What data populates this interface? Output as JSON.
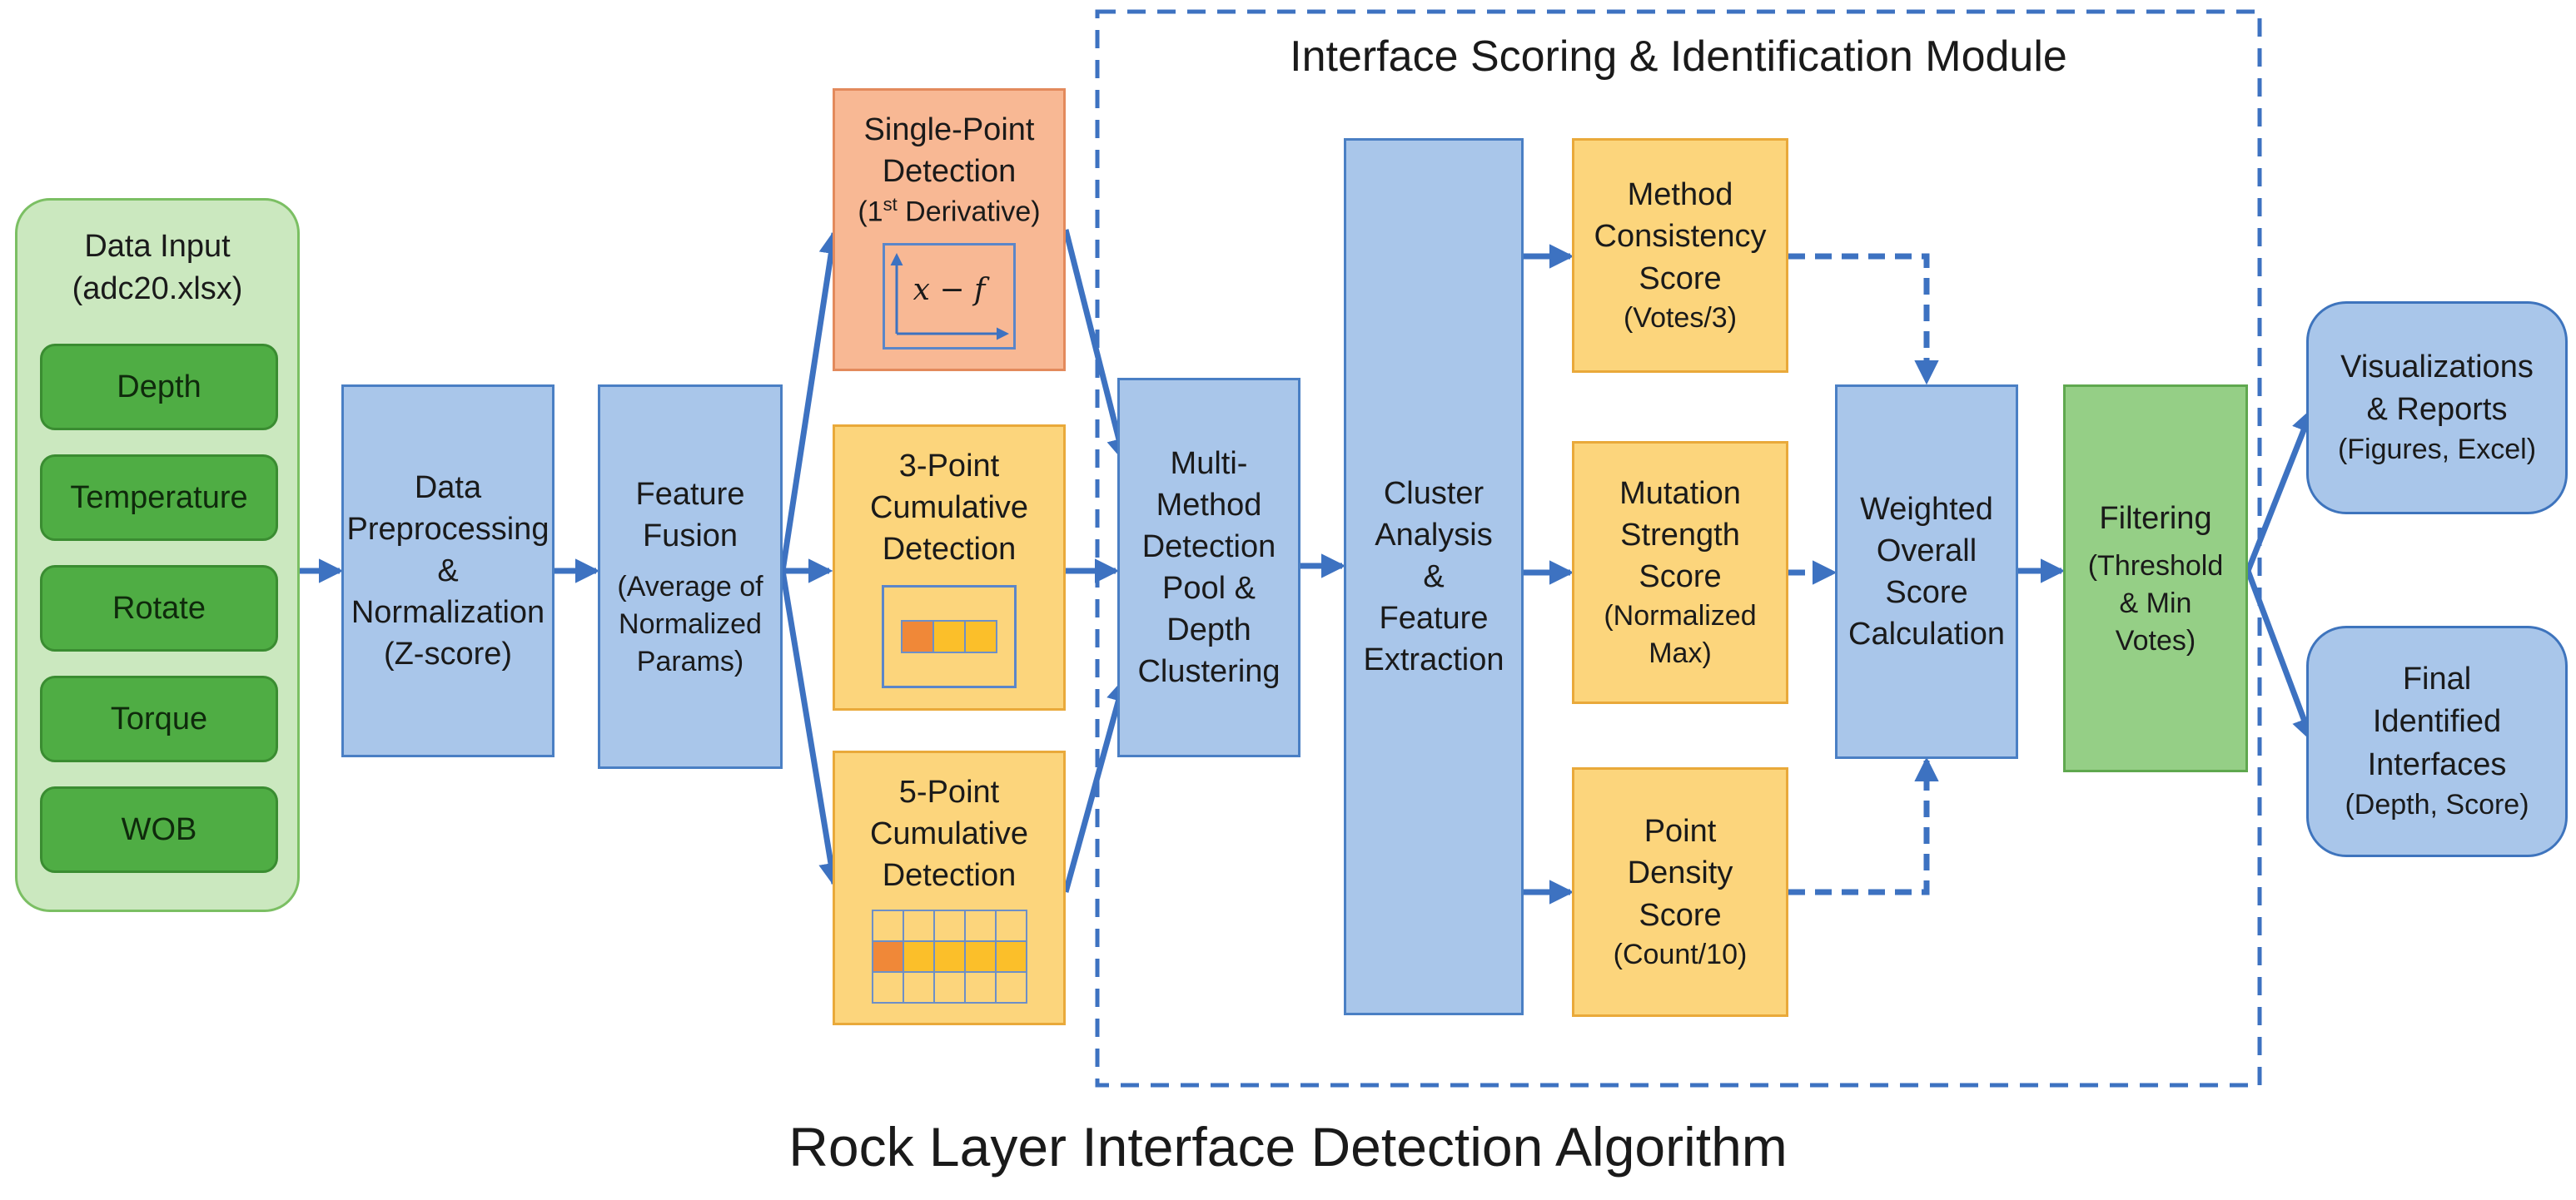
{
  "title": "Rock Layer Interface Detection Algorithm",
  "module": {
    "title": "Interface Scoring & Identification Module"
  },
  "input": {
    "title_line1": "Data Input",
    "title_line2": "(adc20.xlsx)",
    "params": [
      "Depth",
      "Temperature",
      "Rotate",
      "Torque",
      "WOB"
    ]
  },
  "preprocessing": {
    "l1": "Data",
    "l2": "Preprocessing",
    "l3": "&",
    "l4": "Normalization",
    "l5": "(Z-score)"
  },
  "fusion": {
    "l1": "Feature",
    "l2": "Fusion",
    "l3": "(Average of",
    "l4": "Normalized",
    "l5": "Params)"
  },
  "detection_single": {
    "l1": "Single-Point",
    "l2": "Detection",
    "l3_pre": "(1",
    "l3_sup": "st",
    "l3_post": " Derivative)",
    "formula": "x − f"
  },
  "detection_3pt": {
    "l1": "3-Point",
    "l2": "Cumulative",
    "l3": "Detection"
  },
  "detection_5pt": {
    "l1": "5-Point",
    "l2": "Cumulative",
    "l3": "Detection"
  },
  "pool": {
    "l1": "Multi-",
    "l2": "Method",
    "l3": "Detection",
    "l4": "Pool &",
    "l5": "Depth",
    "l6": "Clustering"
  },
  "cluster": {
    "l1": "Cluster",
    "l2": "Analysis",
    "l3": "&",
    "l4": "Feature",
    "l5": "Extraction"
  },
  "score_consistency": {
    "l1": "Method",
    "l2": "Consistency",
    "l3": "Score",
    "l4": "(Votes/3)"
  },
  "score_mutation": {
    "l1": "Mutation",
    "l2": "Strength",
    "l3": "Score",
    "l4": "(Normalized",
    "l5": "Max)"
  },
  "score_density": {
    "l1": "Point",
    "l2": "Density",
    "l3": "Score",
    "l4": "(Count/10)"
  },
  "weighted": {
    "l1": "Weighted",
    "l2": "Overall",
    "l3": "Score",
    "l4": "Calculation"
  },
  "filtering": {
    "l1": "Filtering",
    "l2": "(Threshold",
    "l3": "& Min",
    "l4": "Votes)"
  },
  "output_reports": {
    "l1": "Visualizations",
    "l2": "& Reports",
    "l3": "(Figures, Excel)"
  },
  "output_final": {
    "l1": "Final",
    "l2": "Identified",
    "l3": "Interfaces",
    "l4": "(Depth, Score)"
  },
  "colors": {
    "process_blue": "#a9c6ea",
    "score_gold": "#fcd57c",
    "detection_salmon": "#f8b894",
    "input_green": "#4fad44",
    "filter_green": "#95cf86",
    "arrow_blue": "#3d72c1"
  }
}
